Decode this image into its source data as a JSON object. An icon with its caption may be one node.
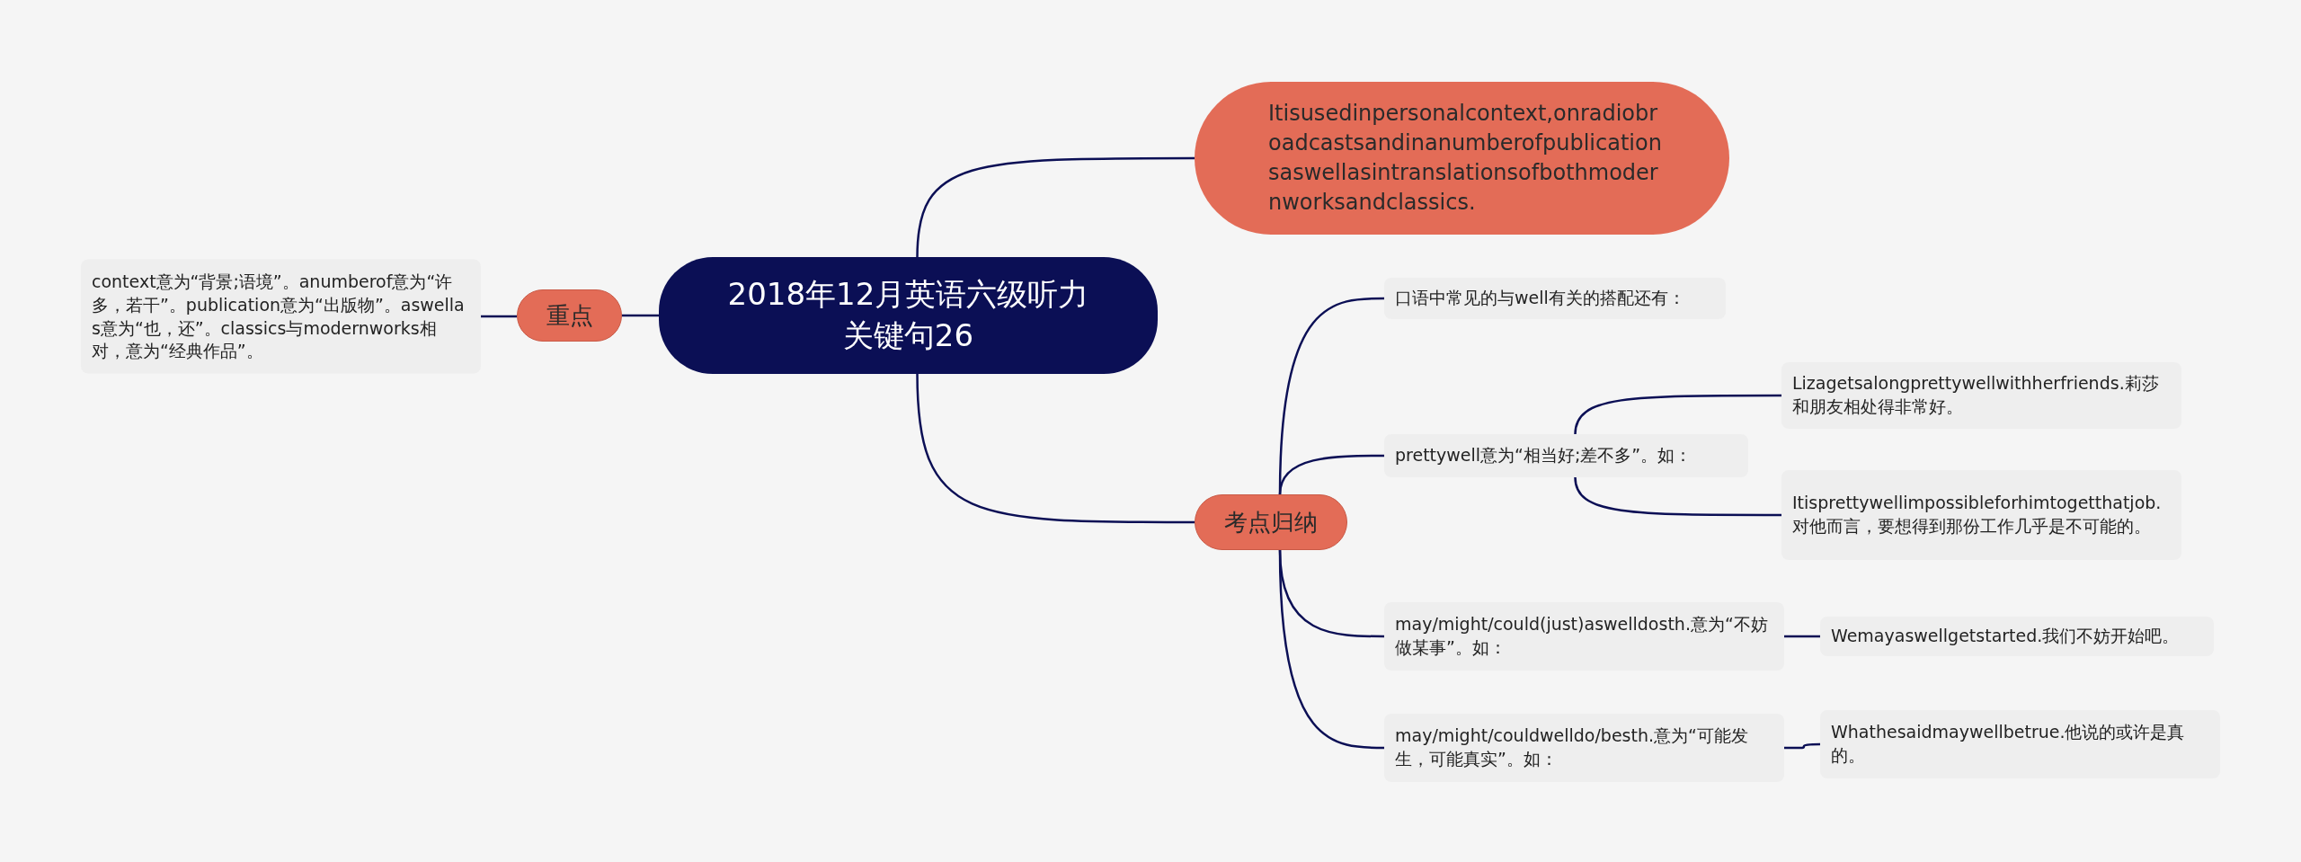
{
  "diagram": {
    "nodes": [
      {
        "text": [
          "2018年12月英语六级听力关键句26"
        ]
      },
      {
        "text": [
          "Itisusedinpersonalcontext,onradiobroadcastsandinanumberofpublicationsaswellasintranslationsofbothmodernworksandclassics."
        ]
      },
      {
        "text": [
          "重点"
        ]
      },
      {
        "text": [
          "context意为“背景;语境”。anumberof意为“许多，若干”。publication意为“出版物”。aswellas意为“也，还”。classics与modernworks相对，意为“经典作品”。"
        ]
      },
      {
        "text": [
          "考点归纳"
        ]
      },
      {
        "text": [
          "口语中常见的与well有关的搭配还有："
        ]
      },
      {
        "text": [
          "prettywell意为“相当好;差不多”。如："
        ]
      },
      {
        "text": [
          "Lizagetsalongprettywellwithherfriends.莉莎和朋友相处得非常好。"
        ]
      },
      {
        "text": [
          "Itisprettywellimpossibleforhimtogetthatjob.对他而言，要想得到那份工作几乎是不可能的。"
        ]
      },
      {
        "text": [
          "may/might/could(just)aswelldosth.意为“不妨做某事”。如："
        ]
      },
      {
        "text": [
          "Wemayaswellgetstarted.我们不妨开始吧。"
        ]
      },
      {
        "text": [
          "may/might/couldwelldo/besth.意为“可能发生，可能真实”。如："
        ]
      },
      {
        "text": [
          "Whathesaidmaywellbetrue.他说的或许是真的。"
        ]
      }
    ],
    "edges": [
      {
        "from": 0,
        "to": 1,
        "arrow": "none"
      },
      {
        "from": 0,
        "to": 2,
        "arrow": "none"
      },
      {
        "from": 2,
        "to": 3,
        "arrow": "none"
      },
      {
        "from": 0,
        "to": 4,
        "arrow": "none"
      },
      {
        "from": 4,
        "to": 5,
        "arrow": "none"
      },
      {
        "from": 4,
        "to": 6,
        "arrow": "none"
      },
      {
        "from": 6,
        "to": 7,
        "arrow": "none"
      },
      {
        "from": 6,
        "to": 8,
        "arrow": "none"
      },
      {
        "from": 4,
        "to": 9,
        "arrow": "none"
      },
      {
        "from": 9,
        "to": 10,
        "arrow": "none"
      },
      {
        "from": 4,
        "to": 11,
        "arrow": "none"
      },
      {
        "from": 11,
        "to": 12,
        "arrow": "none"
      }
    ]
  }
}
